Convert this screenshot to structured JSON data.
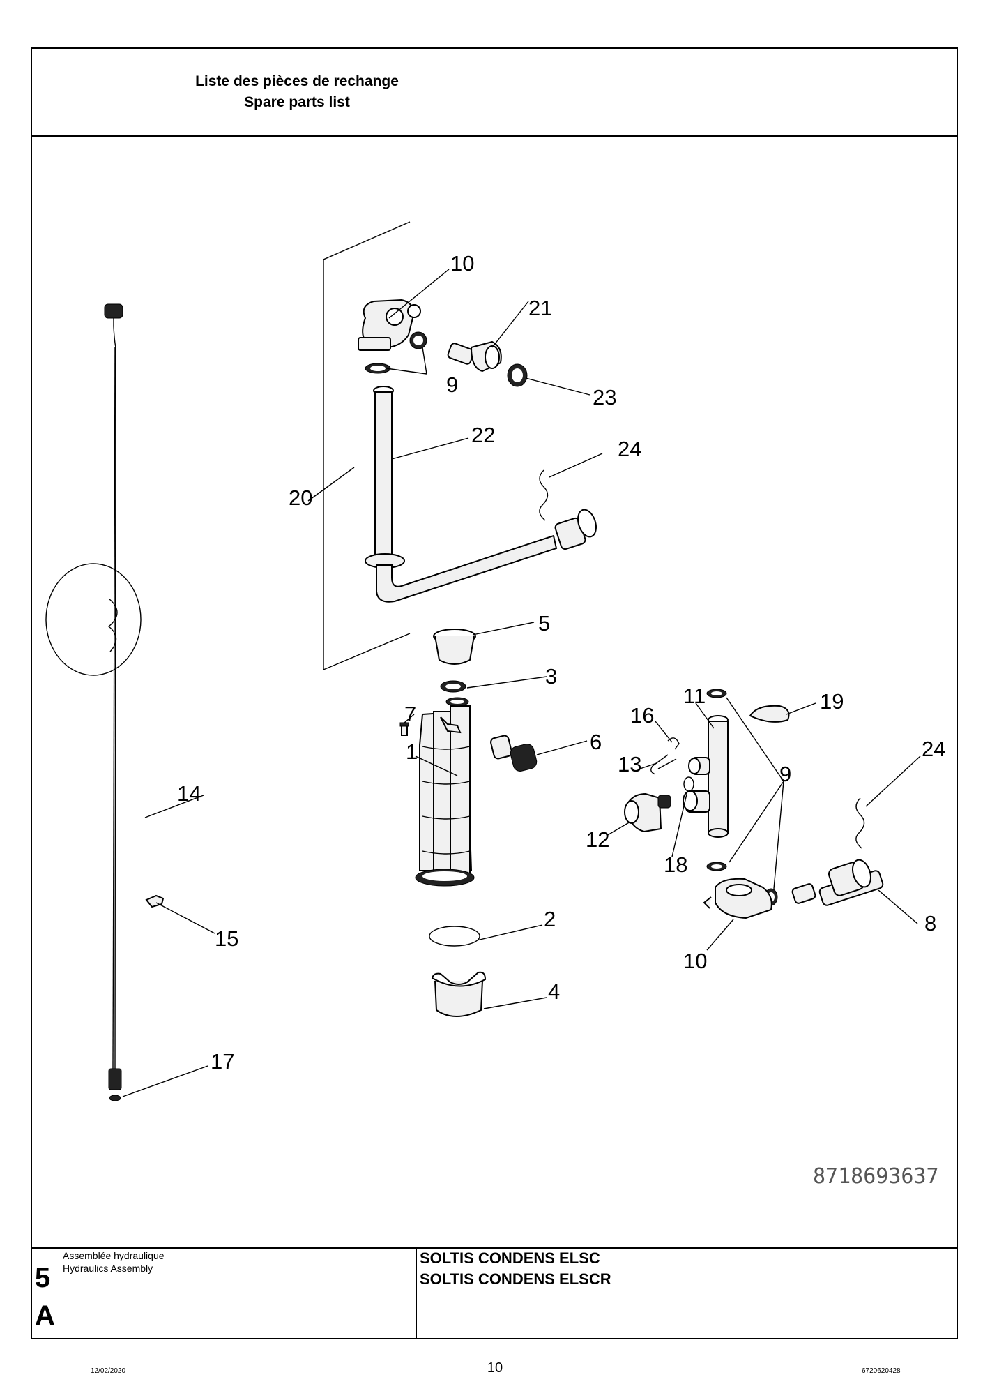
{
  "header": {
    "title_fr": "Liste des pièces de rechange",
    "title_en": "Spare parts list"
  },
  "diagram": {
    "callouts": [
      "10",
      "21",
      "9",
      "23",
      "22",
      "24",
      "20",
      "5",
      "3",
      "7",
      "1",
      "6",
      "11",
      "16",
      "19",
      "13",
      "9",
      "24",
      "14",
      "12",
      "18",
      "10",
      "8",
      "2",
      "15",
      "4",
      "17"
    ],
    "reference_number": "8718693637"
  },
  "footer_block": {
    "section_fr": "Assemblée hydraulique",
    "section_en": "Hydraulics Assembly",
    "section_number": "5",
    "section_letter": "A",
    "model_1": "SOLTIS CONDENS ELSC",
    "model_2": "SOLTIS CONDENS ELSCR"
  },
  "page_footer": {
    "date": "12/02/2020",
    "page_number": "10",
    "doc_number": "6720620428"
  }
}
